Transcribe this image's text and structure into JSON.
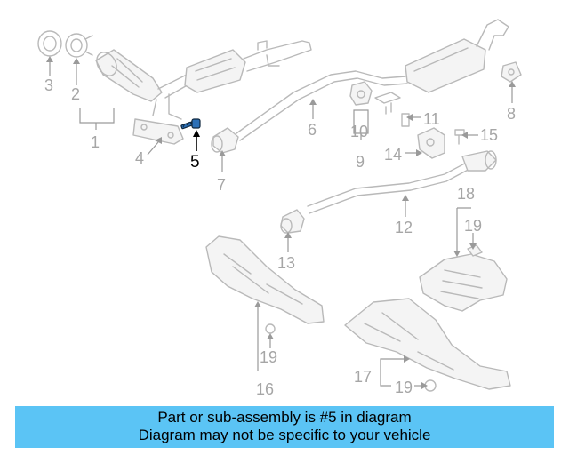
{
  "diagram": {
    "callouts": {
      "c1": "1",
      "c2": "2",
      "c3": "3",
      "c4": "4",
      "c5": "5",
      "c6": "6",
      "c7": "7",
      "c8": "8",
      "c9": "9",
      "c10": "10",
      "c11": "11",
      "c12": "12",
      "c13": "13",
      "c14": "14",
      "c15": "15",
      "c16": "16",
      "c17": "17",
      "c18": "18",
      "c19a": "19",
      "c19b": "19",
      "c19c": "19"
    },
    "highlighted_part": "5",
    "highlight_color": "#2b6fb6",
    "line_color": "#b9b9b9"
  },
  "banner": {
    "line1": "Part or sub-assembly is #5 in diagram",
    "line2": "Diagram may not be specific to your vehicle",
    "background": "#5bc4f5"
  }
}
